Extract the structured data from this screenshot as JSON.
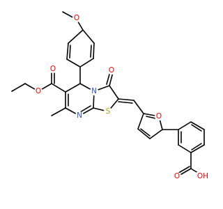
{
  "image_title": "",
  "colors": {
    "bond": "#000000",
    "oxygen": "#ff0000",
    "nitrogen": "#3050f8",
    "sulfur": "#b2a500",
    "background": "#ffffff"
  },
  "atoms": {
    "o_methoxy": "O",
    "o_ester_carbonyl": "O",
    "o_ester": "O",
    "o_keto": "O",
    "n_ring_junction": "N",
    "n_pyrimidine": "N",
    "s_thiazole": "S",
    "o_furan": "O",
    "o_acid_carbonyl": "O",
    "oh_acid": "OH"
  }
}
